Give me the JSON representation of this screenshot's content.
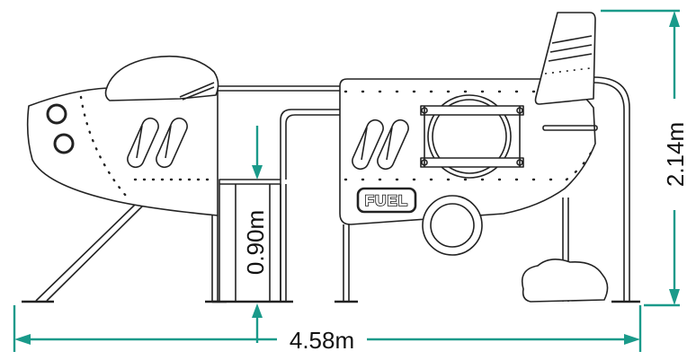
{
  "dimensions": {
    "total_width": "4.58m",
    "total_height": "2.14m",
    "platform_height": "0.90m"
  },
  "labels": {
    "fuel": "FUEL"
  },
  "colors": {
    "dimension": "#1a9a8a",
    "outline": "#222222",
    "background": "#ffffff"
  }
}
